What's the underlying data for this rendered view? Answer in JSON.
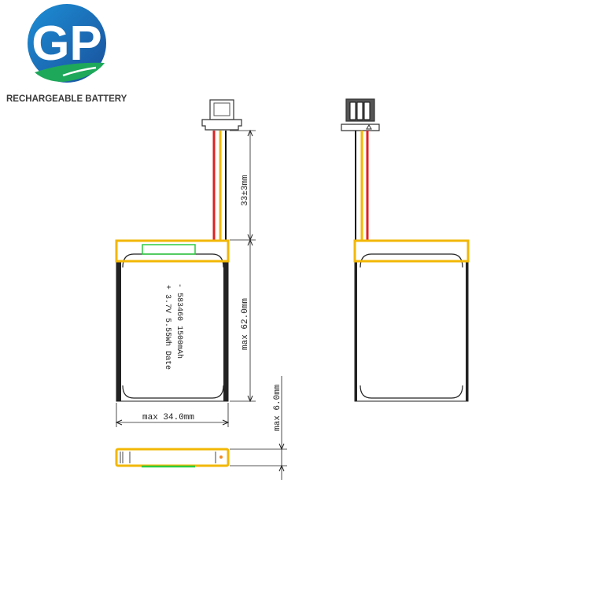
{
  "logo": {
    "letters": "GP",
    "tagline": "RECHARGEABLE BATTERY"
  },
  "drawing": {
    "cable_length": "33±3mm",
    "max_length": "max 62.0mm",
    "max_width": "max 34.0mm",
    "max_thickness": "max 6.0mm",
    "label_line_1": "-   583460 1500mAh",
    "label_line_2": "+ 3.7V 5.55Wh Date"
  },
  "colors": {
    "highlight": "#f2b705",
    "pcb": "#2ecc40",
    "red_wire": "#e02020",
    "yellow_wire": "#f5b800",
    "black_wire": "#111111",
    "logo_blue": "#1e6fb8",
    "logo_green": "#1ea85a"
  }
}
